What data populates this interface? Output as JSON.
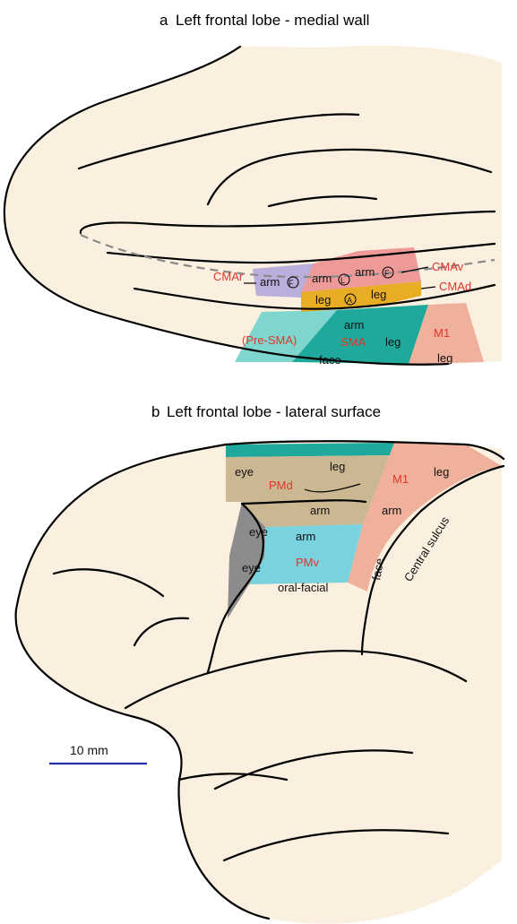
{
  "panel_a": {
    "letter": "a",
    "title": "Left frontal lobe - medial wall",
    "labels": {
      "cmar": "CMAr",
      "cmav": "CMAv",
      "cmad": "CMAd",
      "arm_1": "arm",
      "arm_2": "arm",
      "arm_3": "arm",
      "arm_4": "arm",
      "leg_1": "leg",
      "leg_2": "leg",
      "leg_3": "leg",
      "leg_4": "leg",
      "face": "face",
      "pre_sma": "(Pre-SMA)",
      "sma": "SMA",
      "m1": "M1",
      "circle_f1": "F",
      "circle_l": "L",
      "circle_f2": "F",
      "circle_a": "A"
    }
  },
  "panel_b": {
    "letter": "b",
    "title": "Left frontal lobe - lateral surface",
    "labels": {
      "eye_1": "eye",
      "eye_2": "eye",
      "eye_3": "eye",
      "leg_1": "leg",
      "leg_2": "leg",
      "pmd": "PMd",
      "m1": "M1",
      "arm_1": "arm",
      "arm_2": "arm",
      "arm_3": "arm",
      "pmv": "PMv",
      "oral_facial": "oral-facial",
      "face": "face",
      "central_sulcus": "Central sulcus"
    }
  },
  "scale_bar": {
    "label": "10 mm"
  },
  "colors": {
    "brain": "#fbf0df",
    "pre_sma": "#7fd6cf",
    "sma": "#1fa89c",
    "m1": "#efb19c",
    "cmar": "#b9aedc",
    "cma_mid": "#ee9a98",
    "cmad": "#e8ad25",
    "pmd": "#cbb892",
    "pmd_top": "#1fa89c",
    "pmv": "#79d2dd",
    "fef": "#8c8c8c",
    "scale_bar": "#2233aa",
    "label_red": "#e0352b"
  }
}
